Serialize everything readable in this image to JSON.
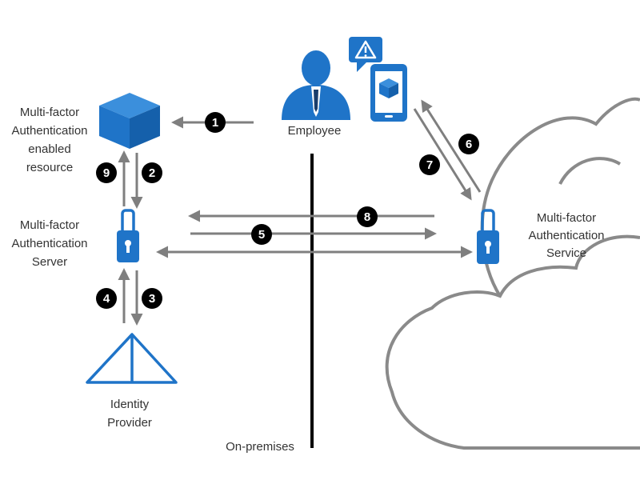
{
  "labels": {
    "resource": [
      "Multi-factor",
      "Authentication",
      "enabled",
      "resource"
    ],
    "mfa_server": [
      "Multi-factor",
      "Authentication",
      "Server"
    ],
    "mfa_service": [
      "Multi-factor",
      "Authentication",
      "Service"
    ],
    "employee": "Employee",
    "identity_provider": [
      "Identity",
      "Provider"
    ],
    "on_premises": "On-premises"
  },
  "steps": {
    "s1": "1",
    "s2": "2",
    "s3": "3",
    "s4": "4",
    "s5": "5",
    "s6": "6",
    "s7": "7",
    "s8": "8",
    "s9": "9"
  },
  "icons": {
    "resource": "cube-icon",
    "employee": "person-icon",
    "phone": "phone-app-icon",
    "alert": "warning-icon",
    "server": "lock-phone-icon",
    "service": "lock-phone-icon",
    "identity_provider": "pyramid-icon",
    "cloud": "cloud-outline"
  },
  "colors": {
    "brand_blue": "#1f74c8",
    "arrow_gray": "#7f7f7f",
    "divider": "#000000",
    "cloud_stroke": "#8a8a8a"
  }
}
